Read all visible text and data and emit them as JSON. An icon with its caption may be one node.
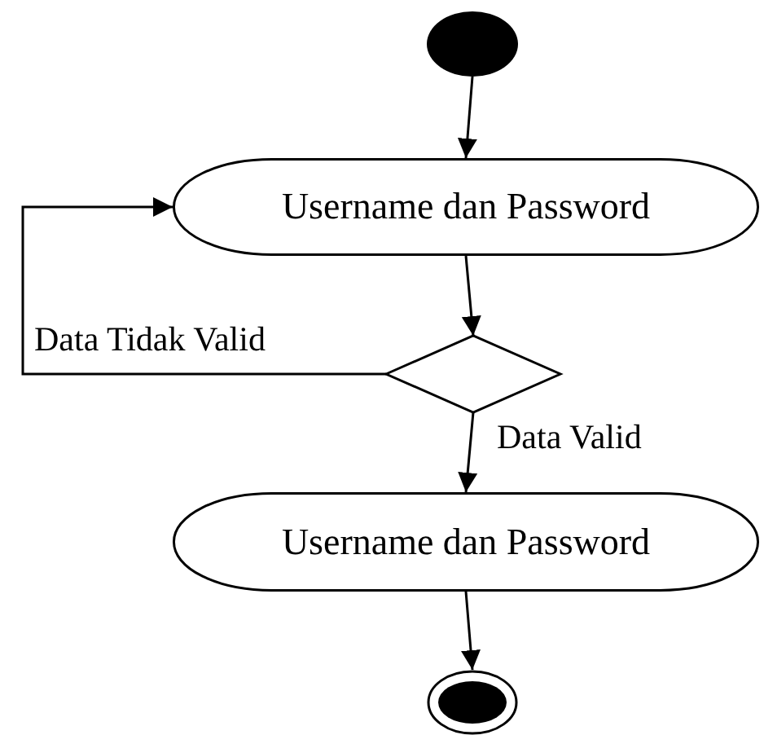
{
  "diagram": {
    "nodes": [
      {
        "text": [],
        "shape": "circle"
      },
      {
        "text": [
          "Username dan Password"
        ]
      },
      {
        "text": [],
        "shape": "diamond"
      },
      {
        "text": [
          "Username dan Password"
        ]
      },
      {
        "text": [],
        "shape": "bullseye"
      }
    ],
    "edges": [
      {
        "from": 0,
        "to": 1,
        "arrow": "to"
      },
      {
        "from": 1,
        "to": 2,
        "arrow": "to"
      },
      {
        "from": 2,
        "to": 1,
        "arrow": "to",
        "label": "Data Tidak Valid"
      },
      {
        "from": 2,
        "to": 3,
        "arrow": "to",
        "label": "Data Valid"
      },
      {
        "from": 3,
        "to": 4,
        "arrow": "to"
      }
    ]
  }
}
